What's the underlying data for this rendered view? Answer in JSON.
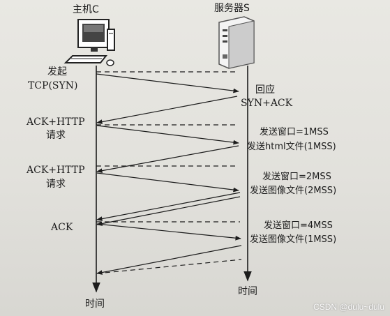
{
  "host": {
    "name": "主机C",
    "time_label": "时间"
  },
  "server": {
    "name": "服务器S",
    "time_label": "时间"
  },
  "left_labels": {
    "syn_line1": "发起",
    "syn_line2": "TCP(SYN)",
    "ack_http1_line1": "ACK+HTTP",
    "ack_http1_line2": "请求",
    "ack_http2_line1": "ACK+HTTP",
    "ack_http2_line2": "请求",
    "ack": "ACK"
  },
  "right_labels": {
    "reply_line1": "回应",
    "reply_line2": "SYN+ACK",
    "win1_line1": "发送窗口=1MSS",
    "win1_line2": "发送html文件(1MSS)",
    "win2_line1": "发送窗口=2MSS",
    "win2_line2": "发送图像文件(2MSS)",
    "win4_line1": "发送窗口=4MSS",
    "win4_line2": "发送图像文件(1MSS)"
  },
  "watermark": "CSDN @dulu~dulu"
}
